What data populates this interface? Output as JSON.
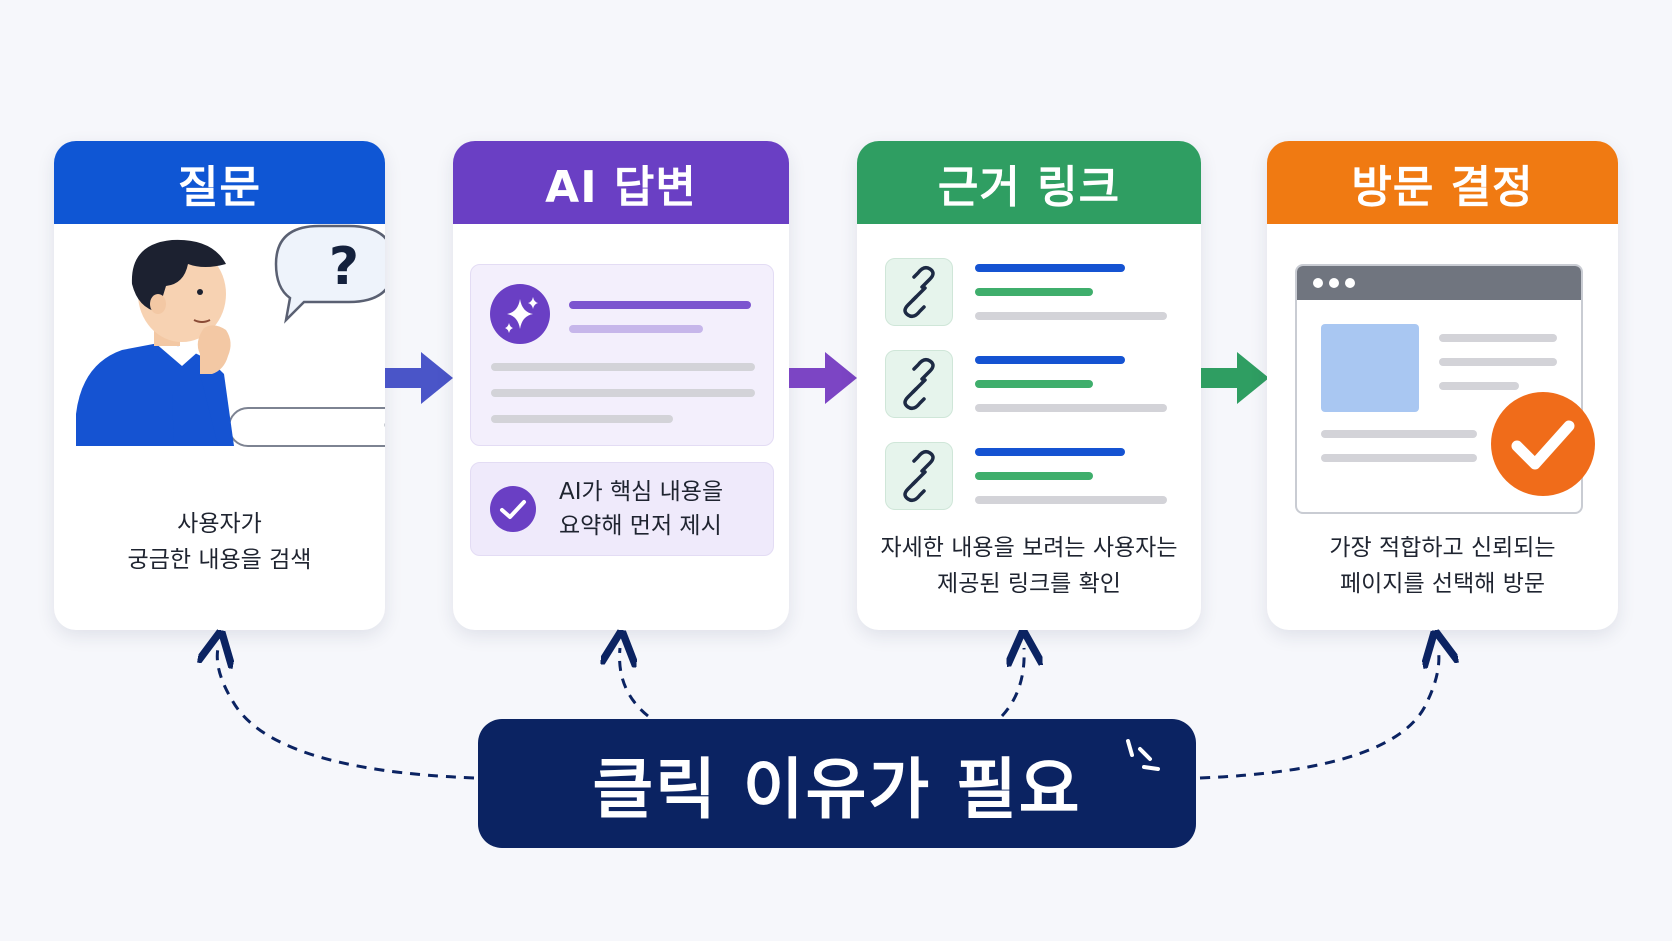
{
  "steps": [
    {
      "title": "질문",
      "caption": "사용자가\n궁금한 내용을 검색",
      "color": "#0f56d4"
    },
    {
      "title": "AI 답변",
      "caption": "",
      "color": "#6a3fc4",
      "summary": "AI가 핵심 내용을\n요약해 먼저 제시"
    },
    {
      "title": "근거 링크",
      "caption": "자세한 내용을 보려는 사용자는\n제공된 링크를 확인",
      "color": "#2f9e62"
    },
    {
      "title": "방문 결정",
      "caption": "가장 적합하고 신뢰되는\n페이지를 선택해 방문",
      "color": "#f07a12"
    }
  ],
  "question_mark": "?",
  "bottom_label": "클릭 이유가 필요",
  "icons": [
    "person-thinking-icon",
    "question-bubble-icon",
    "search-icon",
    "sparkle-icon",
    "check-circle-icon",
    "link-icon",
    "browser-window-icon",
    "orange-check-icon"
  ],
  "colors": {
    "navy": "#0b2362",
    "background": "#f6f7fb"
  }
}
